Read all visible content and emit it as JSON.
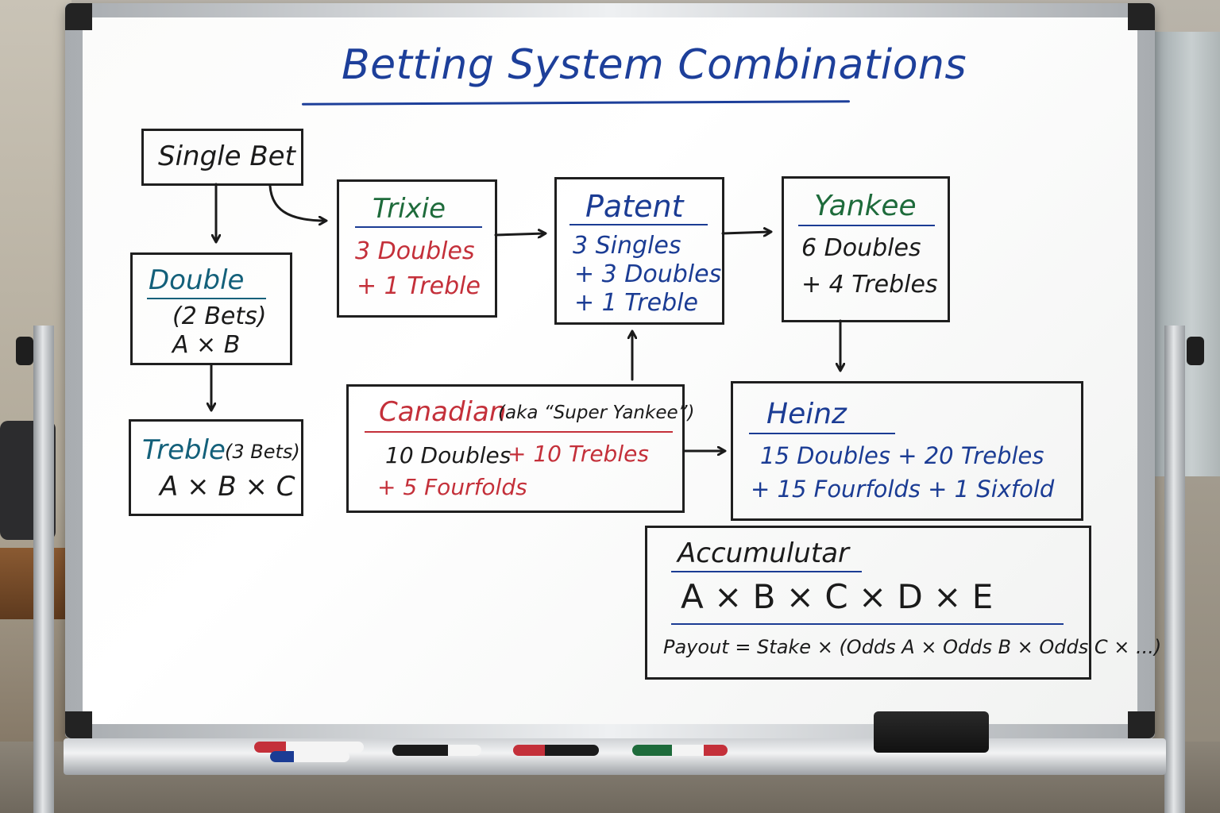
{
  "title": "Betting System Combinations",
  "boxes": {
    "single": {
      "label": "Single Bet"
    },
    "double": {
      "name": "Double",
      "line1": "(2 Bets)",
      "line2": "A × B"
    },
    "treble": {
      "name": "Treble",
      "note": "(3 Bets)",
      "line1": "A × B × C"
    },
    "trixie": {
      "name": "Trixie",
      "line1": "3 Doubles",
      "line2": "+ 1 Treble"
    },
    "patent": {
      "name": "Patent",
      "line1": "3 Singles",
      "line2": "+ 3 Doubles",
      "line3": "+ 1 Treble"
    },
    "yankee": {
      "name": "Yankee",
      "line1": "6 Doubles",
      "line2": "+ 4 Trebles"
    },
    "canadian": {
      "name": "Canadian",
      "aka": "(aka “Super Yankee”)",
      "line1a": "10 Doubles",
      "line1b": "+ 10 Trebles",
      "line2": "+ 5 Fourfolds"
    },
    "heinz": {
      "name": "Heinz",
      "line1": "15 Doubles + 20 Trebles",
      "line2": "+ 15 Fourfolds + 1 Sixfold"
    },
    "accumulator": {
      "name": "Accumulutar",
      "formula": "A × B × C × D × E",
      "payout": "Payout = Stake × (Odds A × Odds B × Odds C × ...)"
    }
  },
  "ink_colors": {
    "black": "#1b1b1b",
    "blue": "#1b3c94",
    "red": "#c4303a",
    "green": "#1e6b3b"
  }
}
